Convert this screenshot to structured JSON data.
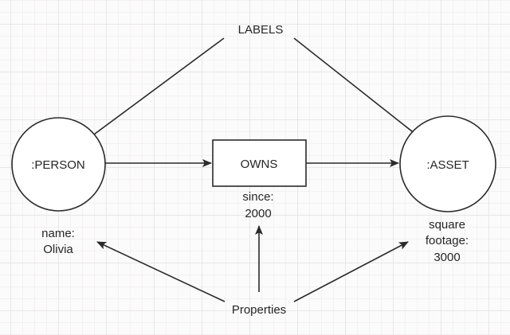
{
  "diagram": {
    "labels_caption": "LABELS",
    "properties_caption": "Properties",
    "nodes": {
      "person": {
        "label": ":PERSON",
        "shape": "circle",
        "properties": [
          "name:",
          "Olivia"
        ]
      },
      "owns": {
        "label": "OWNS",
        "shape": "rectangle",
        "properties": [
          "since:",
          "2000"
        ]
      },
      "asset": {
        "label": ":ASSET",
        "shape": "circle",
        "properties": [
          "square",
          "footage:",
          "3000"
        ]
      }
    },
    "edges": [
      {
        "from": "LABELS",
        "to": ":PERSON"
      },
      {
        "from": "LABELS",
        "to": ":ASSET"
      },
      {
        "from": ":PERSON",
        "to": "OWNS"
      },
      {
        "from": "OWNS",
        "to": ":ASSET"
      },
      {
        "from": "Properties",
        "to": "since: 2000"
      },
      {
        "from": "Properties",
        "to": "name: Olivia"
      },
      {
        "from": "Properties",
        "to": "square footage: 3000"
      }
    ],
    "colors": {
      "stroke": "#2b2b2b",
      "text": "#262626",
      "node_fill": "#ffffff",
      "background": "#fcfbfb",
      "grid_minor": "#f3f1f1",
      "grid_major": "#e8e6e6"
    }
  }
}
